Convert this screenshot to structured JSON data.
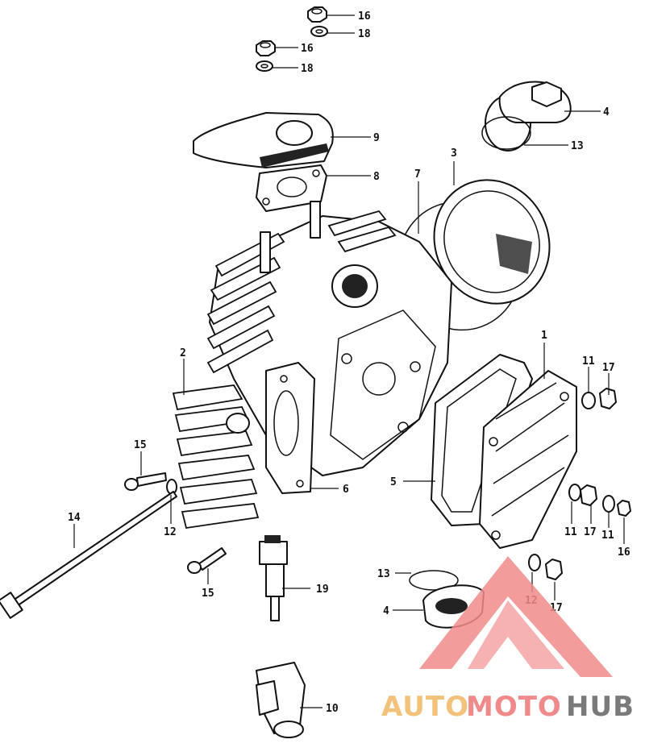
{
  "diagram": {
    "callouts": [
      {
        "id": "c1",
        "label": "16"
      },
      {
        "id": "c2",
        "label": "18"
      },
      {
        "id": "c3",
        "label": "16"
      },
      {
        "id": "c4",
        "label": "18"
      },
      {
        "id": "c5",
        "label": "4"
      },
      {
        "id": "c6",
        "label": "13"
      },
      {
        "id": "c7",
        "label": "9"
      },
      {
        "id": "c8",
        "label": "8"
      },
      {
        "id": "c9",
        "label": "7"
      },
      {
        "id": "c10",
        "label": "3"
      },
      {
        "id": "c11",
        "label": "1"
      },
      {
        "id": "c12",
        "label": "11"
      },
      {
        "id": "c13",
        "label": "17"
      },
      {
        "id": "c14",
        "label": "2"
      },
      {
        "id": "c15",
        "label": "5"
      },
      {
        "id": "c16",
        "label": "6"
      },
      {
        "id": "c17",
        "label": "15"
      },
      {
        "id": "c18",
        "label": "14"
      },
      {
        "id": "c19",
        "label": "12"
      },
      {
        "id": "c20",
        "label": "11"
      },
      {
        "id": "c21",
        "label": "17"
      },
      {
        "id": "c22",
        "label": "11"
      },
      {
        "id": "c23",
        "label": "16"
      },
      {
        "id": "c24",
        "label": "15"
      },
      {
        "id": "c25",
        "label": "19"
      },
      {
        "id": "c26",
        "label": "13"
      },
      {
        "id": "c27",
        "label": "4"
      },
      {
        "id": "c28",
        "label": "12"
      },
      {
        "id": "c29",
        "label": "17"
      },
      {
        "id": "c30",
        "label": "10"
      }
    ]
  },
  "watermark": {
    "part1": "AUTO",
    "part2": "MOTO",
    "part3": "HUB",
    "colors": {
      "auto": "#f2c27a",
      "moto": "#f08a8a",
      "hub": "#7a7a7a",
      "triangle": "#f28b8b"
    }
  }
}
